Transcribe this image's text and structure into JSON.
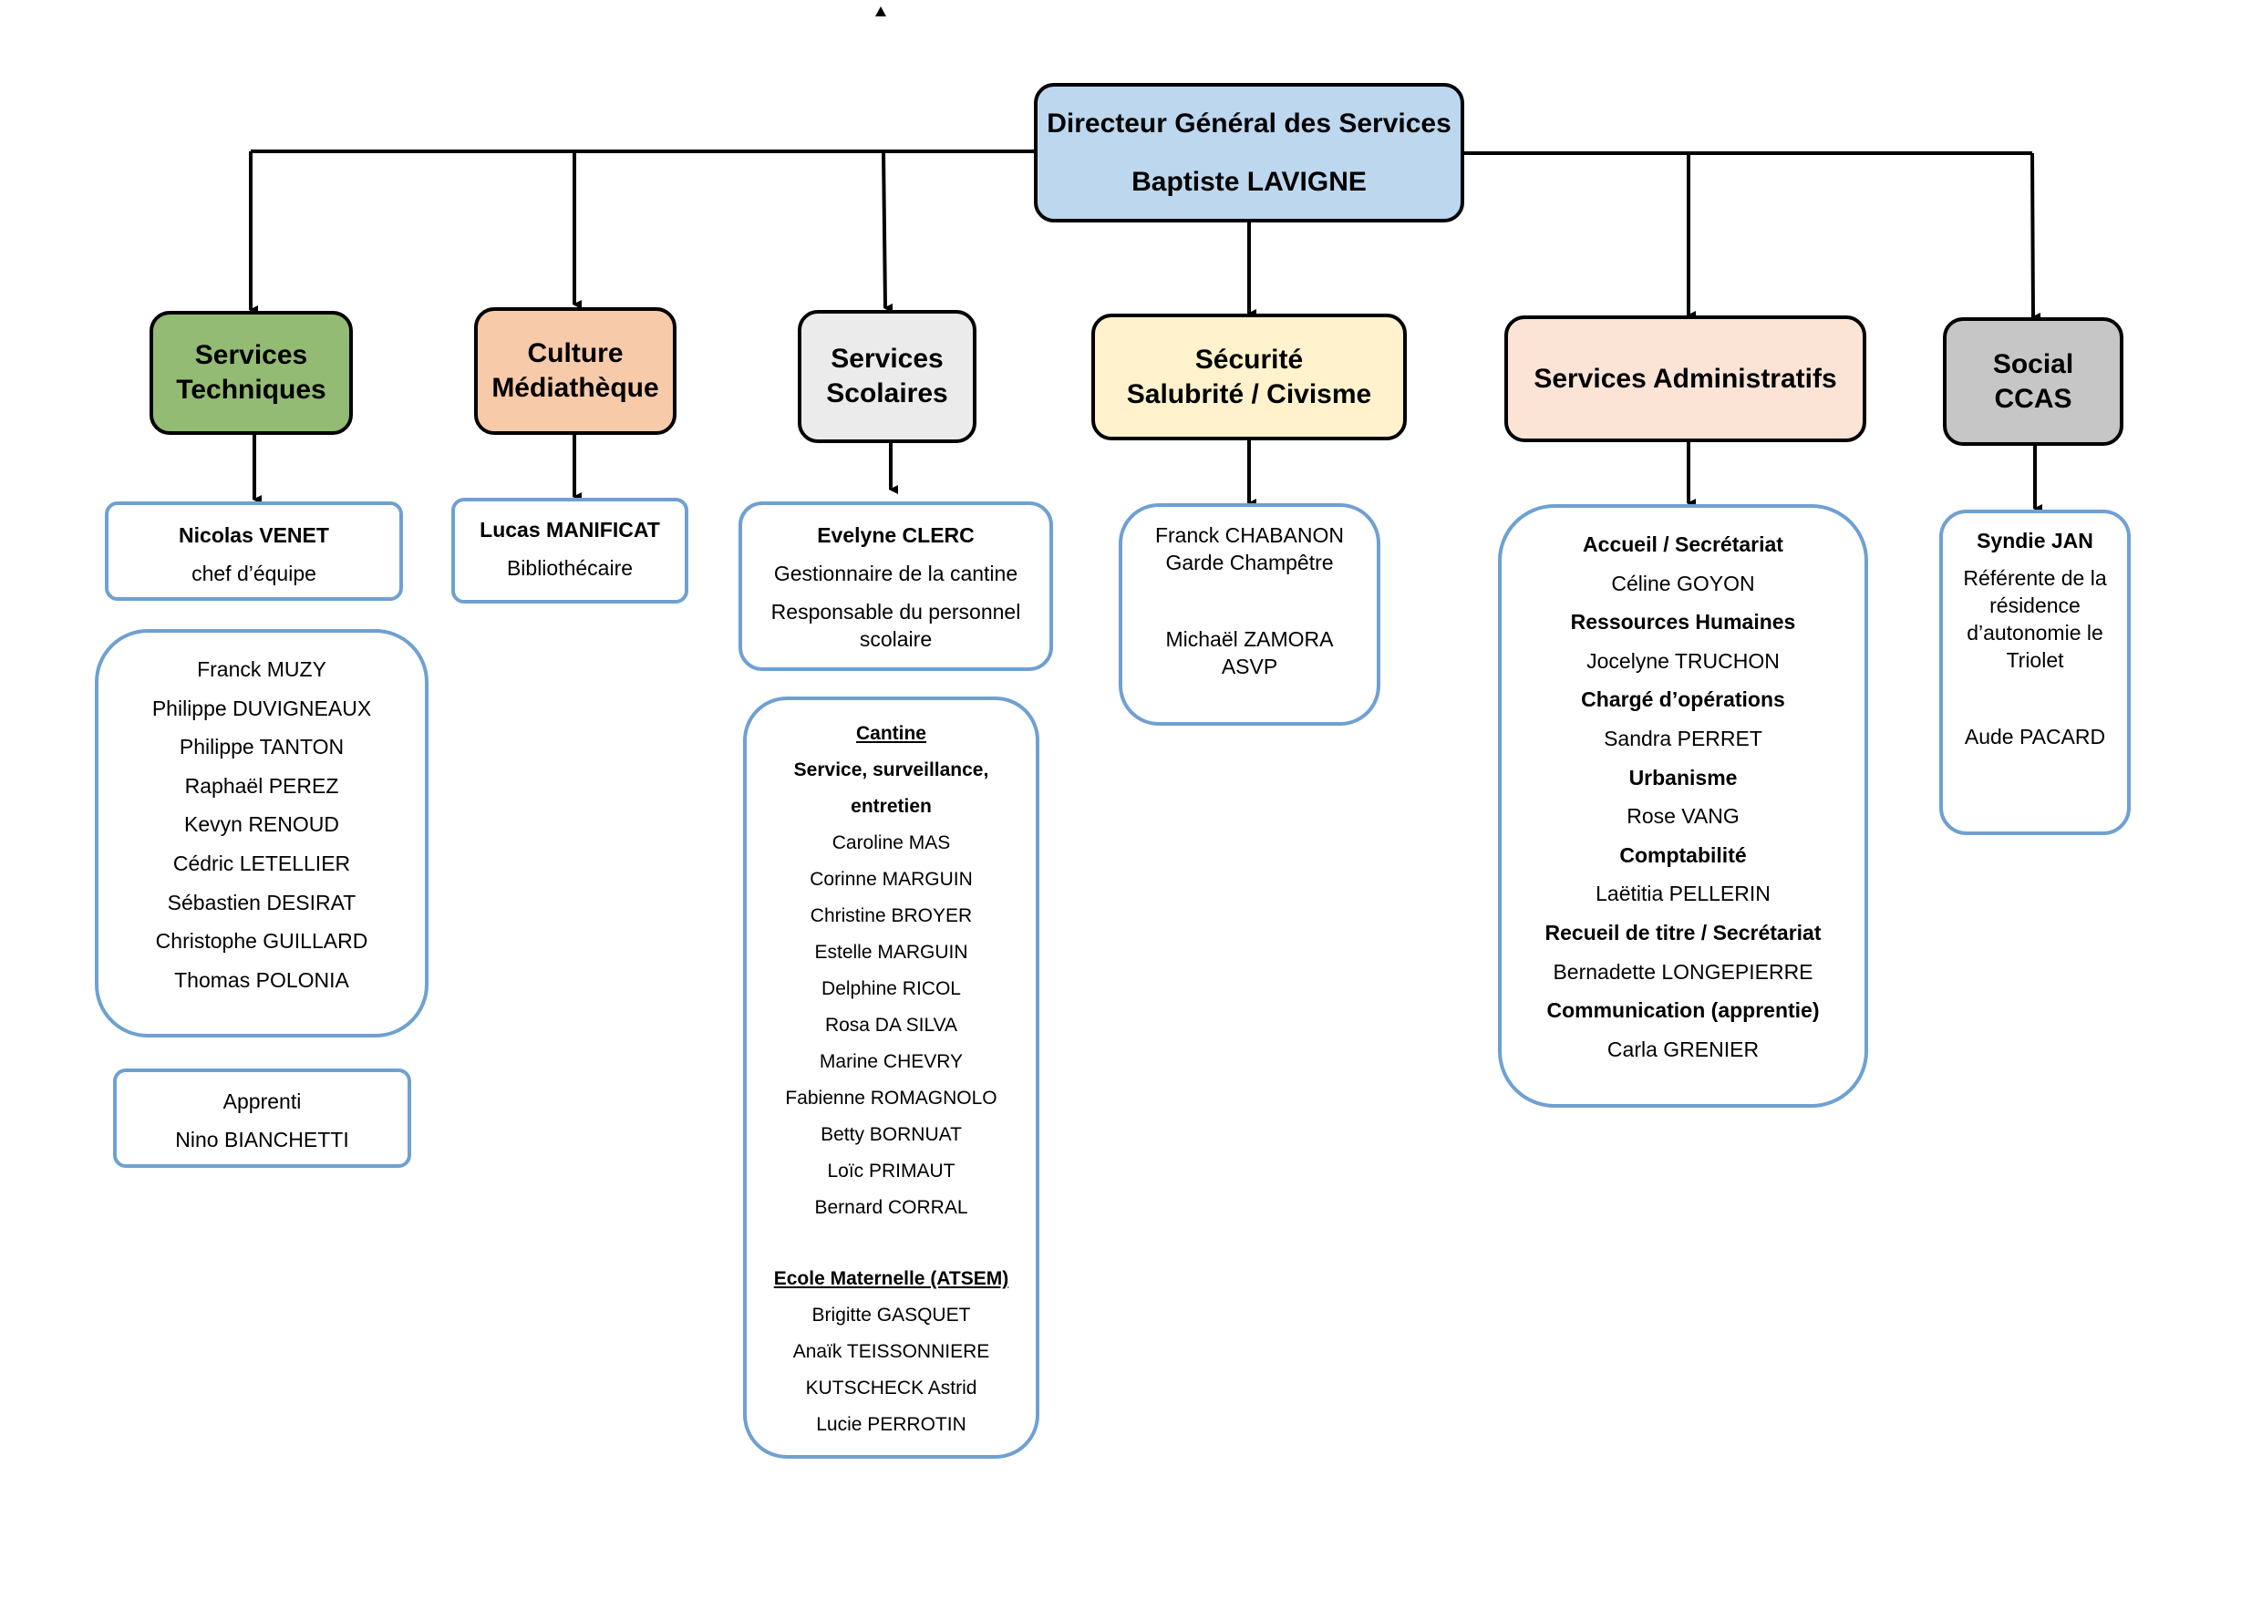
{
  "colors": {
    "director": "#bdd7ee",
    "techniques": "#93bb73",
    "culture": "#f7caaa",
    "scolaires": "#ebebeb",
    "securite": "#fff2cc",
    "administratifs": "#fbe4d6",
    "social": "#c6c6c6",
    "card_border": "#6fa0d2"
  },
  "director": {
    "title": "Directeur Général des Services",
    "name": "Baptiste LAVIGNE"
  },
  "departments": {
    "techniques": {
      "line1": "Services",
      "line2": "Techniques"
    },
    "culture": {
      "line1": "Culture",
      "line2": "Médiathèque"
    },
    "scolaires": {
      "line1": "Services",
      "line2": "Scolaires"
    },
    "securite": {
      "line1": "Sécurité",
      "line2": "Salubrité / Civisme"
    },
    "administratifs": {
      "line1": "Services Administratifs"
    },
    "social": {
      "line1": "Social",
      "line2": "CCAS"
    }
  },
  "techniques": {
    "lead": {
      "name": "Nicolas VENET",
      "role": "chef d’équipe"
    },
    "team": [
      "Franck MUZY",
      "Philippe DUVIGNEAUX",
      "Philippe TANTON",
      "Raphaël PEREZ",
      "Kevyn RENOUD",
      "Cédric LETELLIER",
      "Sébastien DESIRAT",
      "Christophe GUILLARD",
      "Thomas POLONIA"
    ],
    "apprentice": {
      "label": "Apprenti",
      "name": "Nino BIANCHETTI"
    }
  },
  "culture": {
    "lead": {
      "name": "Lucas MANIFICAT",
      "role": "Bibliothécaire"
    }
  },
  "scolaires": {
    "lead": {
      "name": "Evelyne CLERC",
      "role1": "Gestionnaire de la cantine",
      "role2": "Responsable du personnel scolaire"
    },
    "cantine": {
      "title": "Cantine",
      "subtitle1": "Service, surveillance,",
      "subtitle2": "entretien",
      "members": [
        "Caroline MAS",
        "Corinne MARGUIN",
        "Christine BROYER",
        "Estelle MARGUIN",
        "Delphine RICOL",
        "Rosa DA SILVA",
        "Marine CHEVRY",
        "Fabienne ROMAGNOLO",
        "Betty BORNUAT",
        "Loïc PRIMAUT",
        "Bernard CORRAL"
      ]
    },
    "maternelle": {
      "title": "Ecole Maternelle (ATSEM)",
      "members": [
        "Brigitte GASQUET",
        "Anaïk TEISSONNIERE",
        "KUTSCHECK Astrid",
        "Lucie PERROTIN"
      ]
    }
  },
  "securite": {
    "p1_name": "Franck CHABANON",
    "p1_role": "Garde Champêtre",
    "p2_name": "Michaël ZAMORA",
    "p2_role": "ASVP"
  },
  "administratifs": {
    "sections": [
      {
        "title": "Accueil / Secrétariat",
        "name": "Céline GOYON"
      },
      {
        "title": "Ressources Humaines",
        "name": "Jocelyne TRUCHON"
      },
      {
        "title": "Chargé d’opérations",
        "name": "Sandra PERRET"
      },
      {
        "title": "Urbanisme",
        "name": "Rose VANG"
      },
      {
        "title": "Comptabilité",
        "name": "Laëtitia PELLERIN"
      },
      {
        "title": "Recueil de titre / Secrétariat",
        "name": "Bernadette LONGEPIERRE"
      },
      {
        "title": "Communication (apprentie)",
        "name": "Carla GRENIER"
      }
    ]
  },
  "social": {
    "lead": {
      "name": "Syndie JAN",
      "role": "Référente de la résidence d’autonomie le Triolet"
    },
    "second": "Aude PACARD"
  }
}
